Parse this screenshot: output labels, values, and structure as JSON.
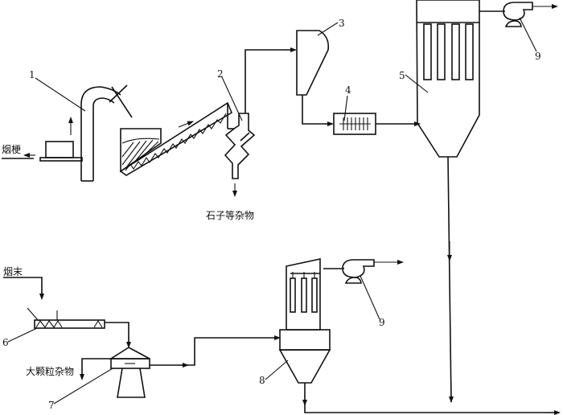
{
  "diagram": {
    "title": "烟梗除杂与烟末回收工艺流程示意图",
    "inputs": {
      "stems_label": "烟梗",
      "dust_label": "烟末"
    },
    "outputs": {
      "stones_label": "石子等杂物",
      "large_particles_label": "大颗粒杂物"
    },
    "equipment": [
      {
        "id": "1",
        "name": "pneumatic-lift-pipe"
      },
      {
        "id": "2",
        "name": "air-separator"
      },
      {
        "id": "3",
        "name": "cyclone-separator"
      },
      {
        "id": "4",
        "name": "airlock-feeder"
      },
      {
        "id": "5",
        "name": "bag-filter-main"
      },
      {
        "id": "6",
        "name": "screw-conveyor"
      },
      {
        "id": "7",
        "name": "vibrating-screen"
      },
      {
        "id": "8",
        "name": "bag-filter-secondary"
      },
      {
        "id": "9",
        "name": "induced-draft-fan"
      }
    ],
    "labels": {
      "n1": "1",
      "n2": "2",
      "n3": "3",
      "n4": "4",
      "n5": "5",
      "n6": "6",
      "n7": "7",
      "n8": "8",
      "n9a": "9",
      "n9b": "9"
    },
    "colors": {
      "line": "#111111",
      "background": "#ffffff"
    }
  }
}
